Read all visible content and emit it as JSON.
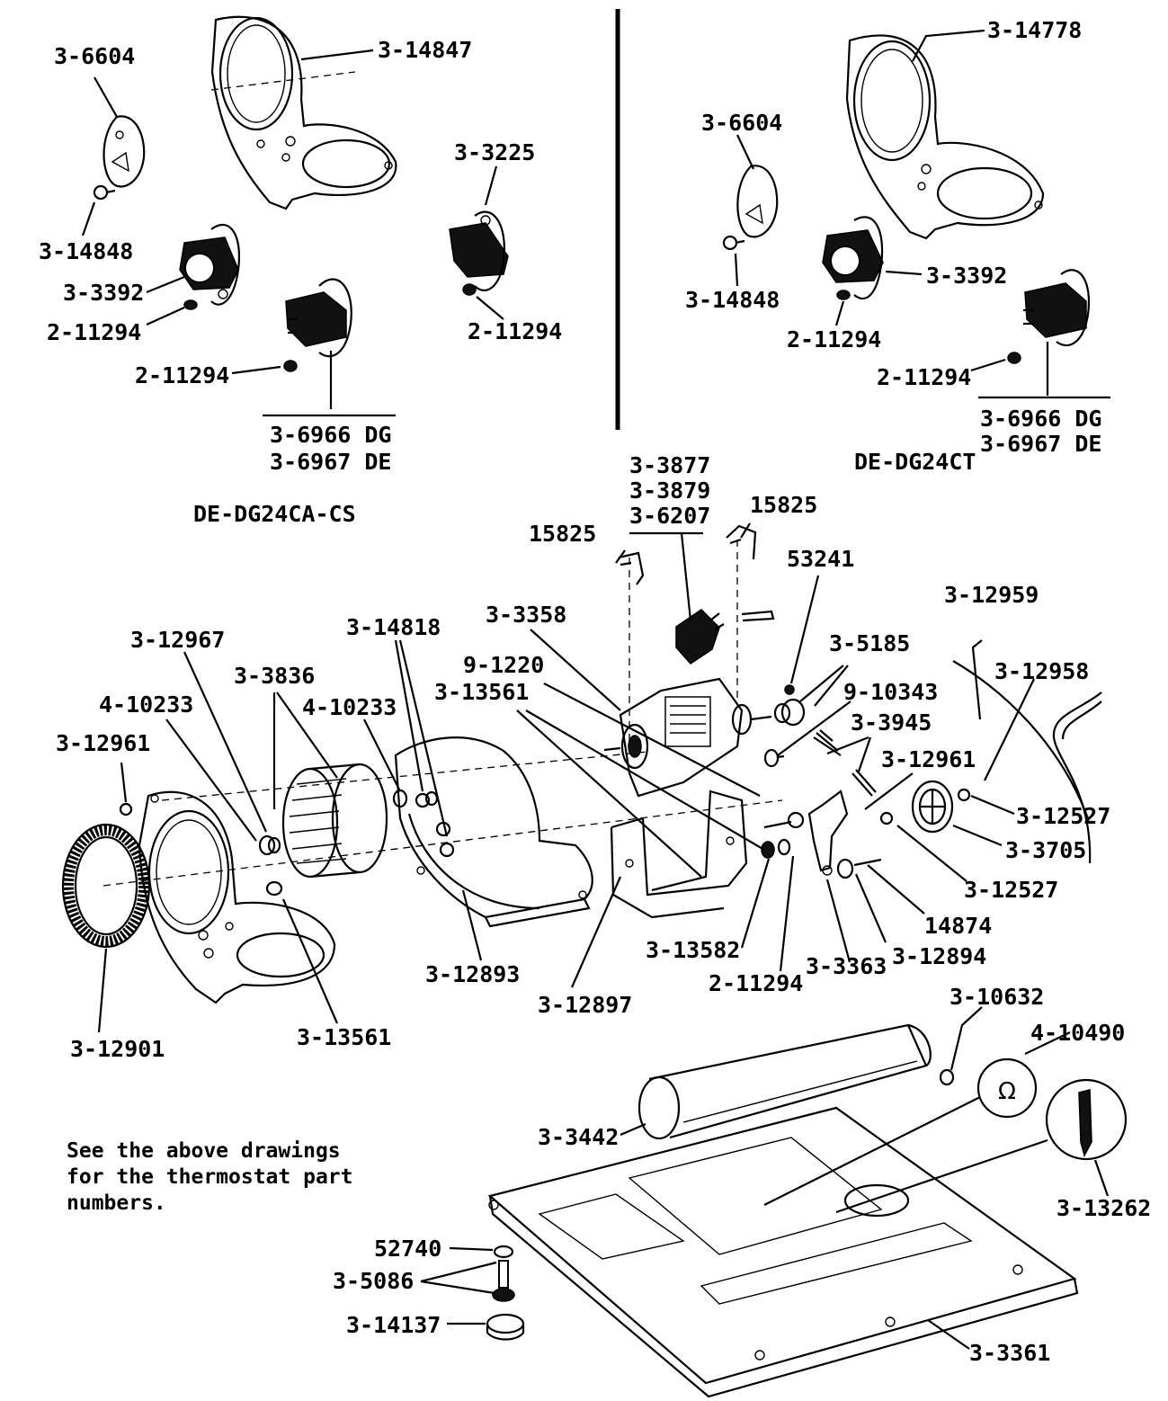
{
  "variants": {
    "left": "DE-DG24CA-CS",
    "right": "DE-DG24CT"
  },
  "note": "See the above drawings\nfor the thermostat part\nnumbers.",
  "labels": {
    "l_6604": "3-6604",
    "l_14847": "3-14847",
    "l_14848": "3-14848",
    "l_3392": "3-3392",
    "l_11294a": "2-11294",
    "l_11294b": "2-11294",
    "l_3225": "3-3225",
    "l_11294c": "2-11294",
    "l_6966": "3-6966 DG",
    "l_6967": "3-6967 DE",
    "r_14778": "3-14778",
    "r_6604": "3-6604",
    "r_14848": "3-14848",
    "r_3392": "3-3392",
    "r_11294a": "2-11294",
    "r_11294b": "2-11294",
    "r_6966": "3-6966 DG",
    "r_6967": "3-6967 DE",
    "m_3877": "3-3877",
    "m_3879": "3-3879",
    "m_6207": "3-6207",
    "m_15825a": "15825",
    "m_15825b": "15825",
    "m_53241": "53241",
    "m_3358": "3-3358",
    "m_14818": "3-14818",
    "m_12967": "3-12967",
    "m_3836": "3-3836",
    "m_10233a": "4-10233",
    "m_10233b": "4-10233",
    "m_12961a": "3-12961",
    "m_1220": "9-1220",
    "m_13561a": "3-13561",
    "m_5185": "3-5185",
    "m_10343": "9-10343",
    "m_3945": "3-3945",
    "m_12961b": "3-12961",
    "m_12959": "3-12959",
    "m_12958": "3-12958",
    "m_12527a": "3-12527",
    "m_3705": "3-3705",
    "m_12527b": "3-12527",
    "m_14874": "14874",
    "m_12894": "3-12894",
    "m_3363": "3-3363",
    "m_11294": "2-11294",
    "m_13582": "3-13582",
    "m_12897": "3-12897",
    "m_12893": "3-12893",
    "m_13561b": "3-13561",
    "m_12901": "3-12901",
    "b_10632": "3-10632",
    "b_10490": "4-10490",
    "b_3442": "3-3442",
    "b_13262": "3-13262",
    "b_52740": "52740",
    "b_5086": "3-5086",
    "b_14137": "3-14137",
    "b_3361": "3-3361"
  }
}
